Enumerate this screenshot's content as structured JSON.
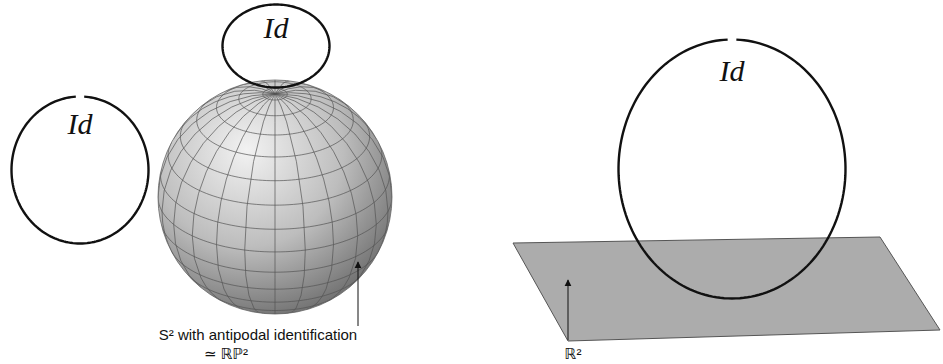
{
  "diagram": {
    "nodes": [
      {
        "text": [
          "Id"
        ]
      },
      {
        "text": [
          "Id"
        ]
      },
      {
        "text": [
          "Id"
        ]
      }
    ],
    "labels": [
      "S² with antipodal identification",
      "≃ ℝℙ²",
      "ℝ²"
    ]
  }
}
